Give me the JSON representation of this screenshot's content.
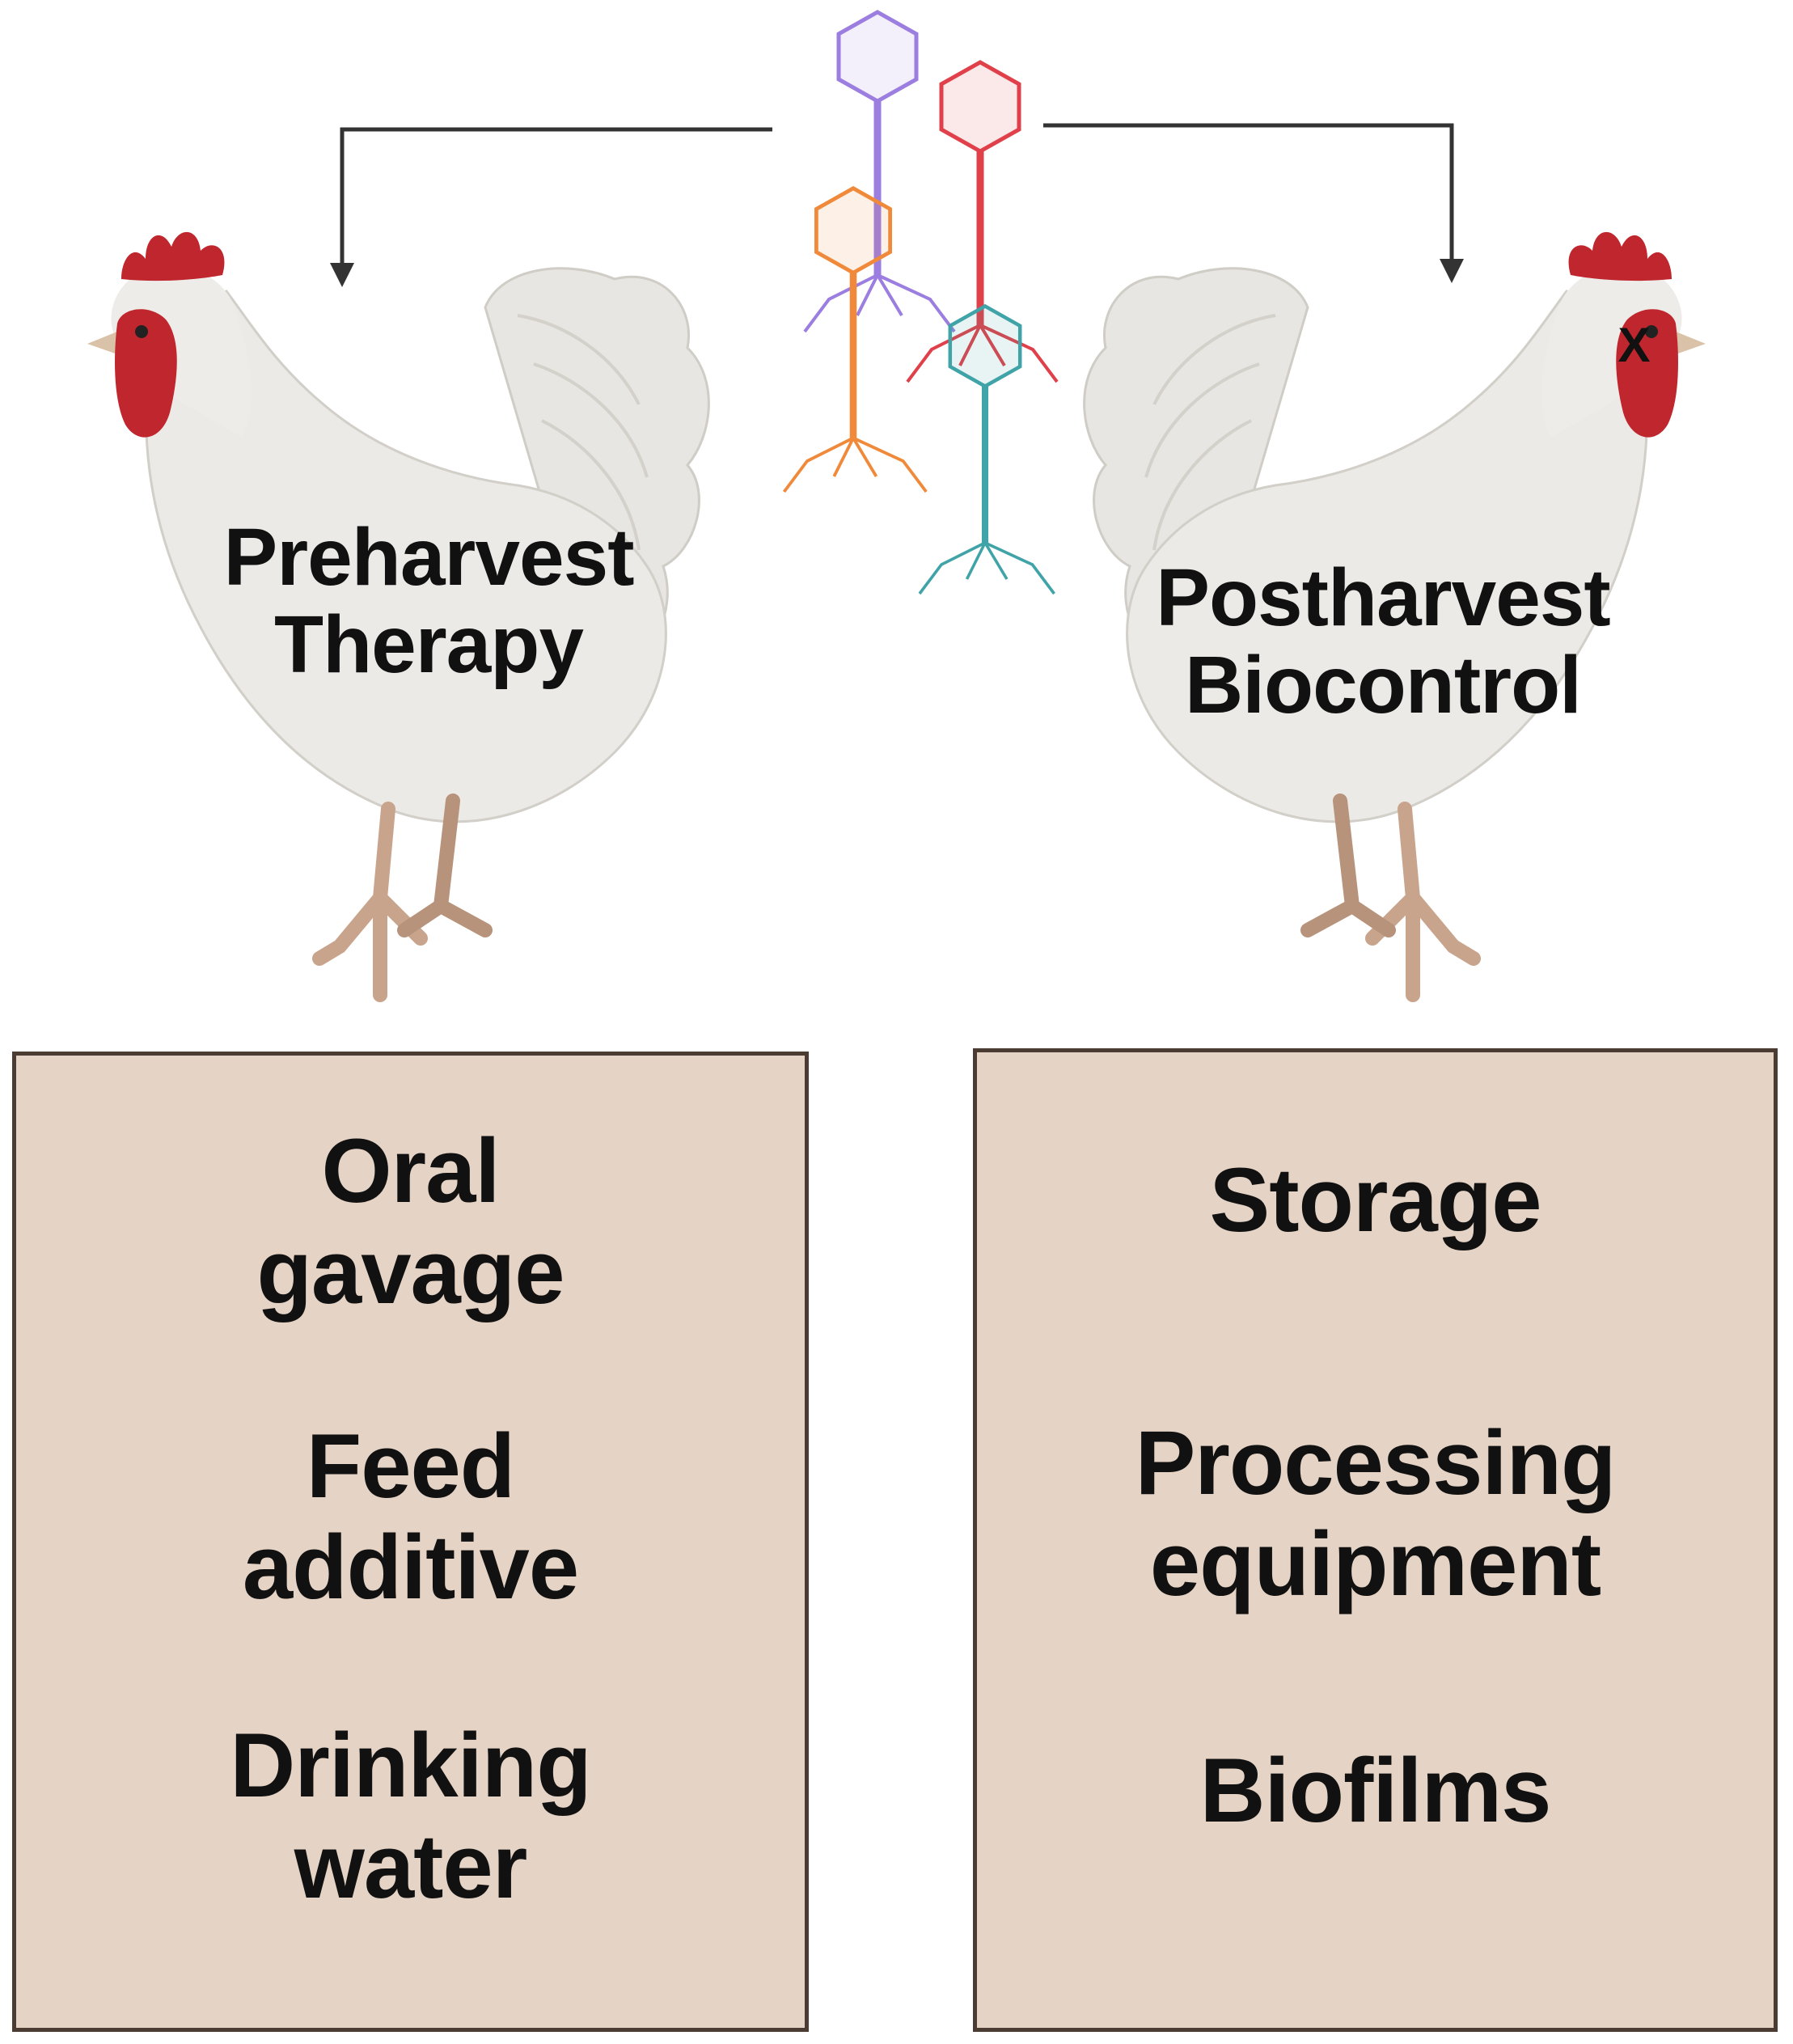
{
  "colors": {
    "box_fill": "#e5d3c5",
    "box_border": "#4a3b33",
    "arrow": "#333333",
    "chicken_body": "#eceae6",
    "comb": "#c0262d",
    "legs": "#c9a48c",
    "phage_purple": "#9b7ee0",
    "phage_red": "#e0404a",
    "phage_orange": "#f08a3a",
    "phage_teal": "#3fa3a8"
  },
  "icons": [
    "bacteriophage-icon",
    "chicken-icon",
    "arrow-icon"
  ],
  "left": {
    "title_line1": "Preharvest",
    "title_line2": "Therapy",
    "items": [
      {
        "line1": "Oral",
        "line2": "gavage"
      },
      {
        "line1": "Feed",
        "line2": "additive"
      },
      {
        "line1": "Drinking",
        "line2": "water"
      }
    ]
  },
  "right": {
    "title_line1": "Postharvest",
    "title_line2": "Biocontrol",
    "items": [
      {
        "line1": "Storage",
        "line2": ""
      },
      {
        "line1": "Processing",
        "line2": "equipment"
      },
      {
        "line1": "Biofilms",
        "line2": ""
      }
    ]
  },
  "mark_x": "X"
}
